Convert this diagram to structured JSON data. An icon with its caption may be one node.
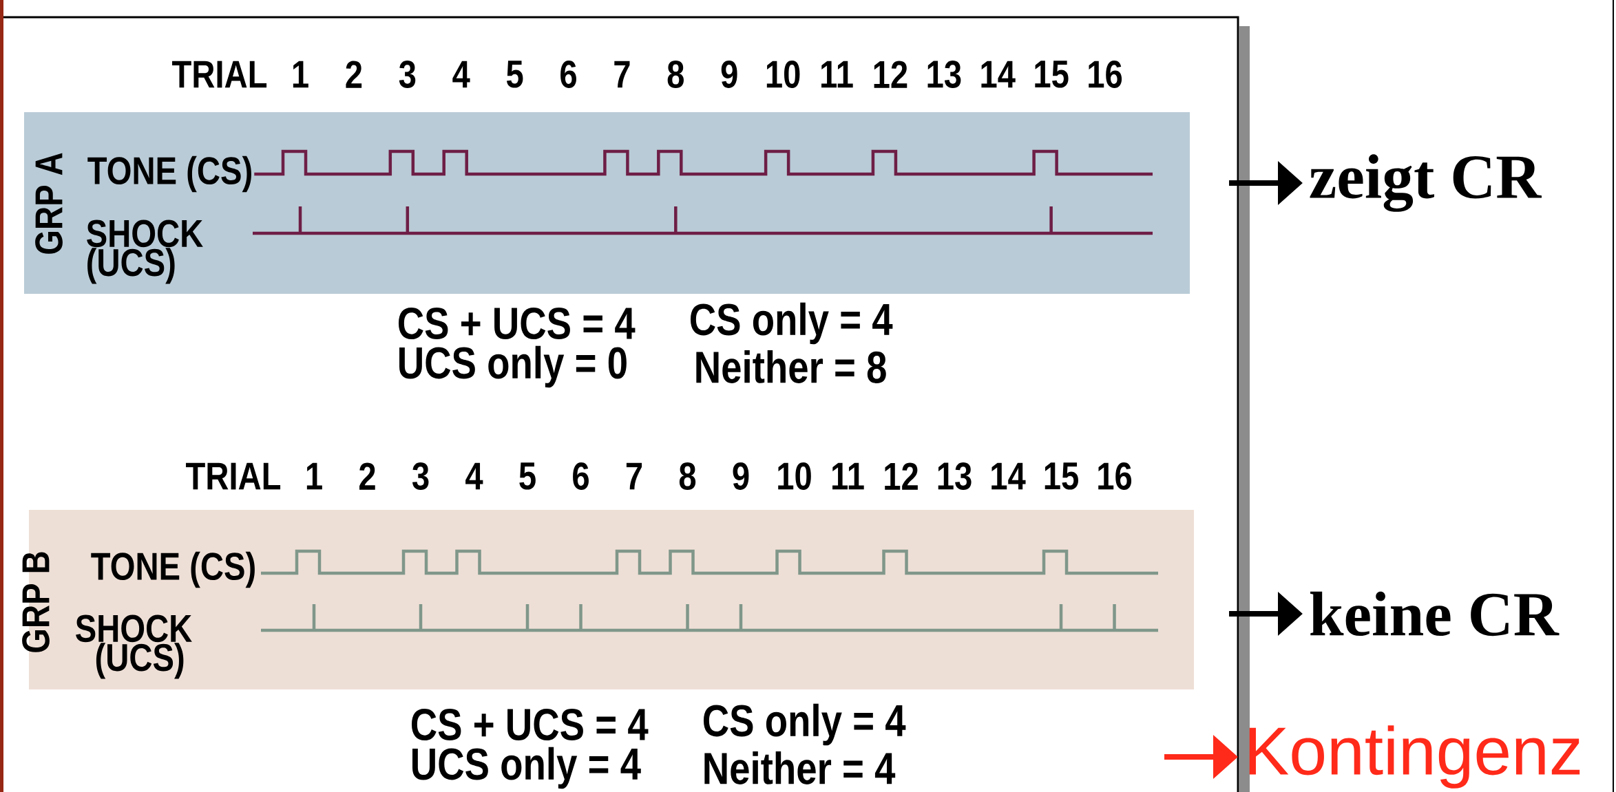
{
  "diagram": {
    "nodes": [
      {
        "text": [
          "GRP A",
          "TONE (CS)",
          "SHOCK (UCS)"
        ]
      },
      {
        "text": [
          "GRP B",
          "TONE (CS)",
          "SHOCK (UCS)"
        ]
      },
      {
        "text": [
          "zeigt CR"
        ]
      },
      {
        "text": [
          "keine CR"
        ]
      },
      {
        "text": [
          "Kontingenz"
        ]
      }
    ],
    "edges": [
      {
        "from": null,
        "to": 2,
        "arrow": "to"
      },
      {
        "from": null,
        "to": 3,
        "arrow": "to"
      },
      {
        "from": null,
        "to": 4,
        "arrow": "to",
        "color": "#ff2a1a"
      }
    ],
    "labels": [
      "TRIAL",
      "1",
      "2",
      "3",
      "4",
      "5",
      "6",
      "7",
      "8",
      "9",
      "10",
      "11",
      "12",
      "13",
      "14",
      "15",
      "16",
      "CS + UCS = 4",
      "CS only = 4",
      "UCS only = 0",
      "Neither = 8",
      "TRIAL",
      "1",
      "2",
      "3",
      "4",
      "5",
      "6",
      "7",
      "8",
      "9",
      "10",
      "11",
      "12",
      "13",
      "14",
      "15",
      "16",
      "CS + UCS = 4",
      "CS only = 4",
      "UCS only = 4",
      "Neither = 4"
    ]
  }
}
